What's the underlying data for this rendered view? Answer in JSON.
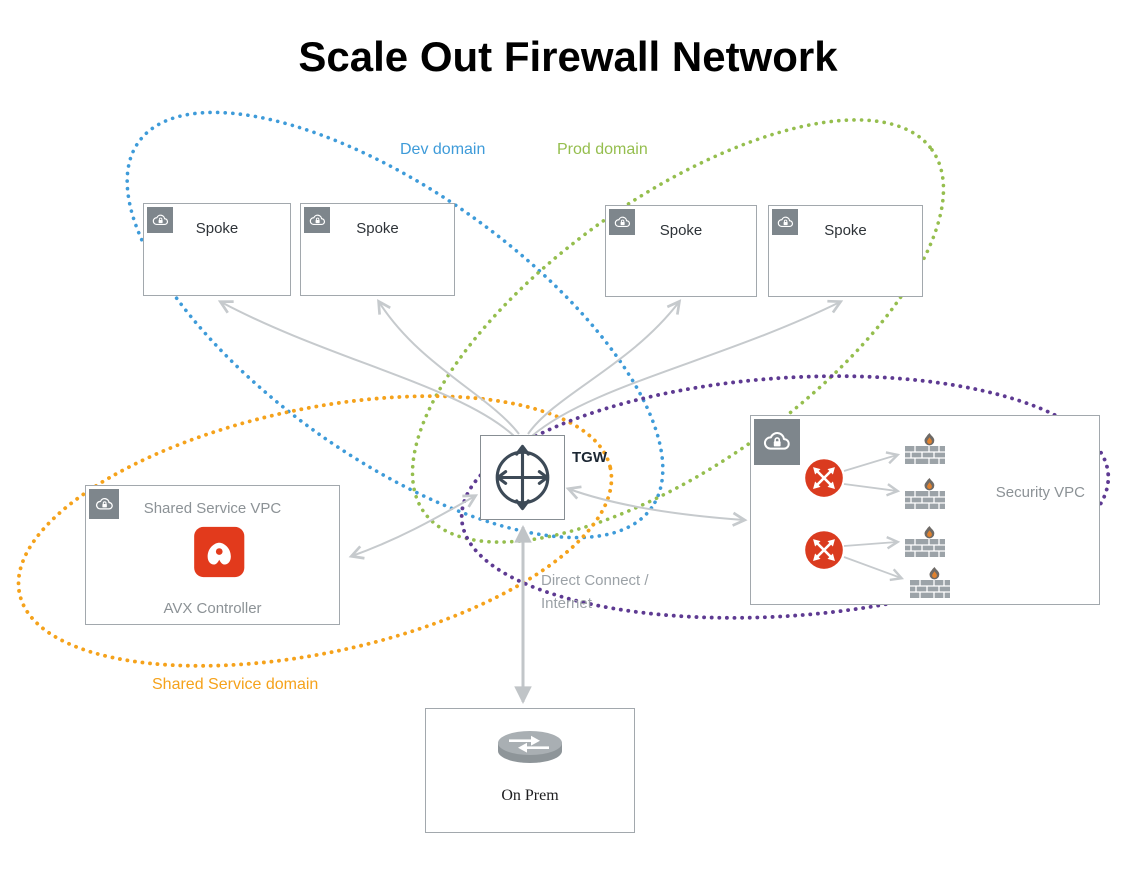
{
  "title": "Scale Out Firewall Network",
  "domains": {
    "dev": {
      "label": "Dev domain",
      "color": "#3E9BD9"
    },
    "prod": {
      "label": "Prod domain",
      "color": "#95BE4E"
    },
    "shared": {
      "label": "Shared Service domain",
      "color": "#F5A21B"
    },
    "security": {
      "color": "#5E3A92"
    }
  },
  "nodes": {
    "spokes": [
      {
        "label": "Spoke"
      },
      {
        "label": "Spoke"
      },
      {
        "label": "Spoke"
      },
      {
        "label": "Spoke"
      }
    ],
    "tgw": {
      "label": "TGW"
    },
    "shared_service_vpc": {
      "title": "Shared Service VPC",
      "controller": "AVX Controller"
    },
    "security_vpc": {
      "title": "Security  VPC"
    },
    "on_prem": {
      "label": "On Prem"
    }
  },
  "links": {
    "tgw_on_prem": "Direct Connect / Internet"
  },
  "colors": {
    "arrow": "#C6CACD",
    "box_border": "#A2A8AD",
    "vpc_icon_square": "#7E868C",
    "gateway_red": "#DA3B1F",
    "controller_red": "#E23A1C",
    "firewall_wall_gray": "#9CA3A8",
    "muted_text_gray": "#8C9296",
    "tgw_glyph_dark": "#3D4A57"
  },
  "icons": {
    "vpc": "cloud-lock",
    "tgw": "transit-gateway-circle-arrows",
    "security_gateway": "red-circle-arrows-router",
    "firewall": "brick-wall-with-flame",
    "controller": "avx-controller-badge",
    "on_prem": "router-cylinder"
  }
}
